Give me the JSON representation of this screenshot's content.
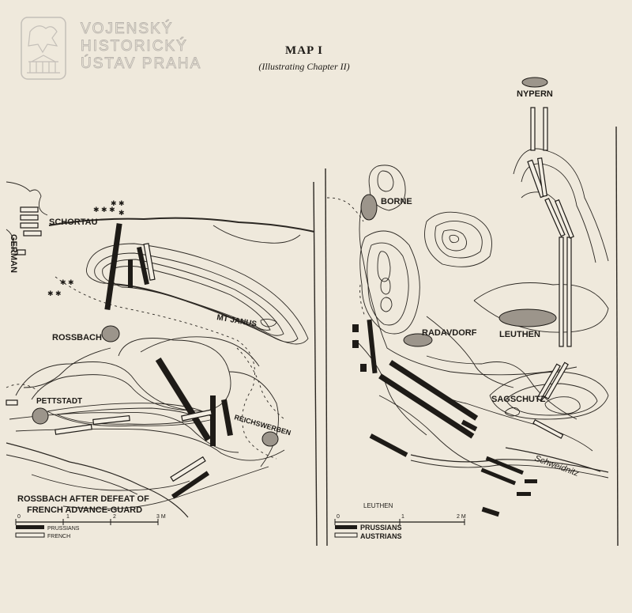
{
  "watermark": {
    "lines": [
      "VOJENSKÝ",
      "HISTORICKÝ",
      "ÚSTAV PRAHA"
    ]
  },
  "title": "MAP I",
  "subtitle": "(Illustrating Chapter II)",
  "left_map": {
    "places": {
      "german": "GERMAN",
      "schortau": "SCHORTAU",
      "mt_janus": "MT JANUS",
      "rossbach": "ROSSBACH",
      "pettstadt": "PETTSTADT",
      "reichswerben": "REICHSWERBEN"
    },
    "caption_line1": "ROSSBACH AFTER DEFEAT OF",
    "caption_line2": "FRENCH ADVANCE-GUARD",
    "scale": {
      "zero": "0",
      "one": "1",
      "two": "2",
      "unit": "3 M"
    },
    "legend": {
      "prussians": "PRUSSIANS",
      "french": "FRENCH"
    }
  },
  "right_map": {
    "places": {
      "nypern": "NYPERN",
      "borne": "BORNE",
      "radavdorf": "RADAVDORF",
      "leuthen": "LEUTHEN",
      "sagschutz": "SAGSCHUTZ",
      "schweidnitz": "Schweidnitz"
    },
    "scale_title": "LEUTHEN",
    "scale": {
      "zero": "0",
      "one": "1",
      "unit": "2 M"
    },
    "legend": {
      "prussians": "PRUSSIANS",
      "austrians": "AUSTRIANS"
    }
  },
  "colors": {
    "paper": "#efe9dc",
    "ink": "#1e1b17",
    "watermark": "#b9b4ad"
  }
}
